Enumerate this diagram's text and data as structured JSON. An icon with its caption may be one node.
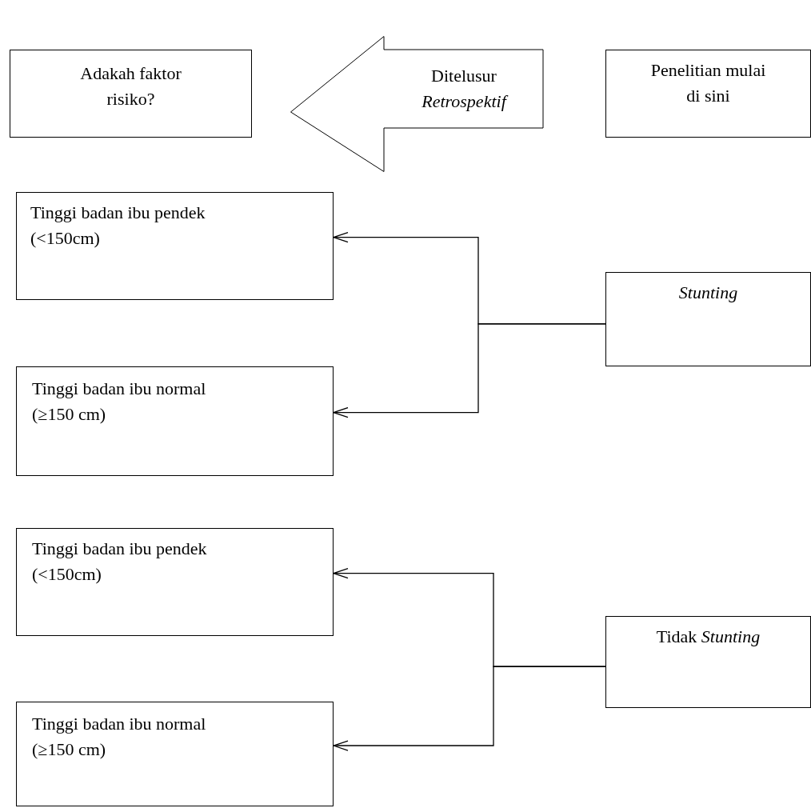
{
  "diagram": {
    "nodes": [
      {
        "text": [
          "Adakah faktor risiko?"
        ]
      },
      {
        "text": [
          "Ditelusur *Retrospektif*"
        ]
      },
      {
        "text": [
          "Penelitian mulai di sini"
        ]
      },
      {
        "text": [
          "Tinggi badan ibu pendek (<150cm)"
        ]
      },
      {
        "text": [
          "*Stunting*"
        ]
      },
      {
        "text": [
          "Tinggi badan ibu normal (≥150 cm)"
        ]
      },
      {
        "text": [
          "Tinggi badan ibu pendek (<150cm)"
        ]
      },
      {
        "text": [
          "Tidak *Stunting*"
        ]
      },
      {
        "text": [
          "Tinggi badan ibu normal (≥150 cm)"
        ]
      }
    ],
    "edges": [
      {
        "from": 4,
        "to": 3,
        "arrow": "to"
      },
      {
        "from": 4,
        "to": 5,
        "arrow": "to"
      },
      {
        "from": 7,
        "to": 6,
        "arrow": "to"
      },
      {
        "from": 7,
        "to": 8,
        "arrow": "to"
      }
    ]
  }
}
